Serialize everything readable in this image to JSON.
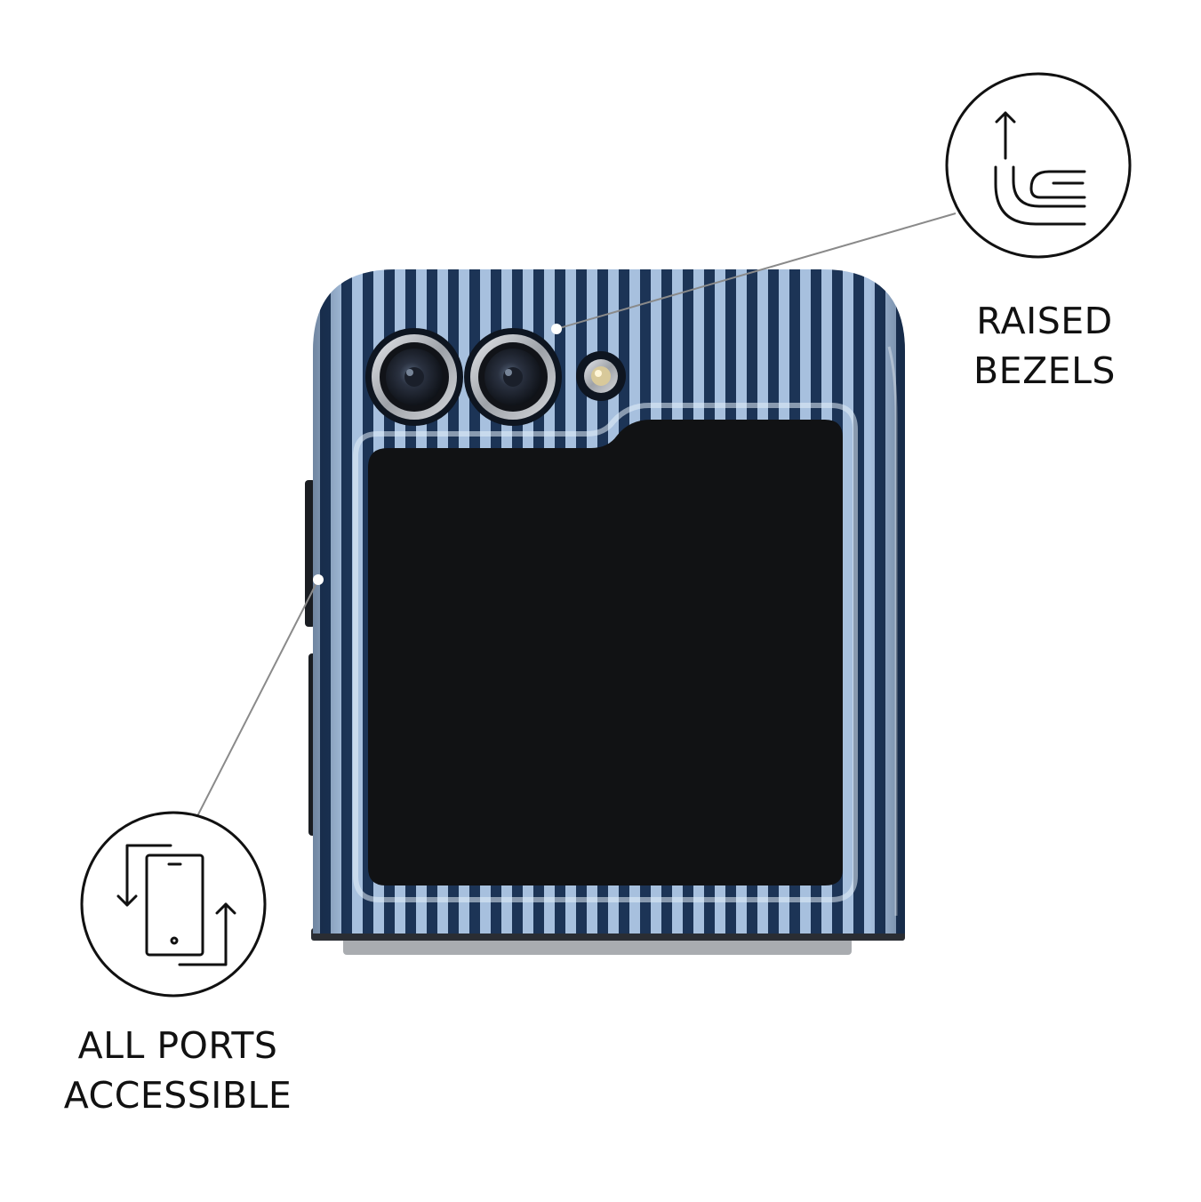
{
  "callouts": {
    "raised_bezels": {
      "icon": "raised-bezel-icon",
      "lines": [
        "RAISED",
        "BEZELS"
      ]
    },
    "all_ports": {
      "icon": "phone-ports-icon",
      "lines": [
        "ALL PORTS",
        "ACCESSIBLE"
      ]
    }
  },
  "colors": {
    "stripe_dark": "#1c3456",
    "stripe_light": "#a7c0de",
    "screen": "#111214",
    "hinge": "#a9acb0",
    "leader_line": "#8a8a8a",
    "text": "#111111"
  }
}
